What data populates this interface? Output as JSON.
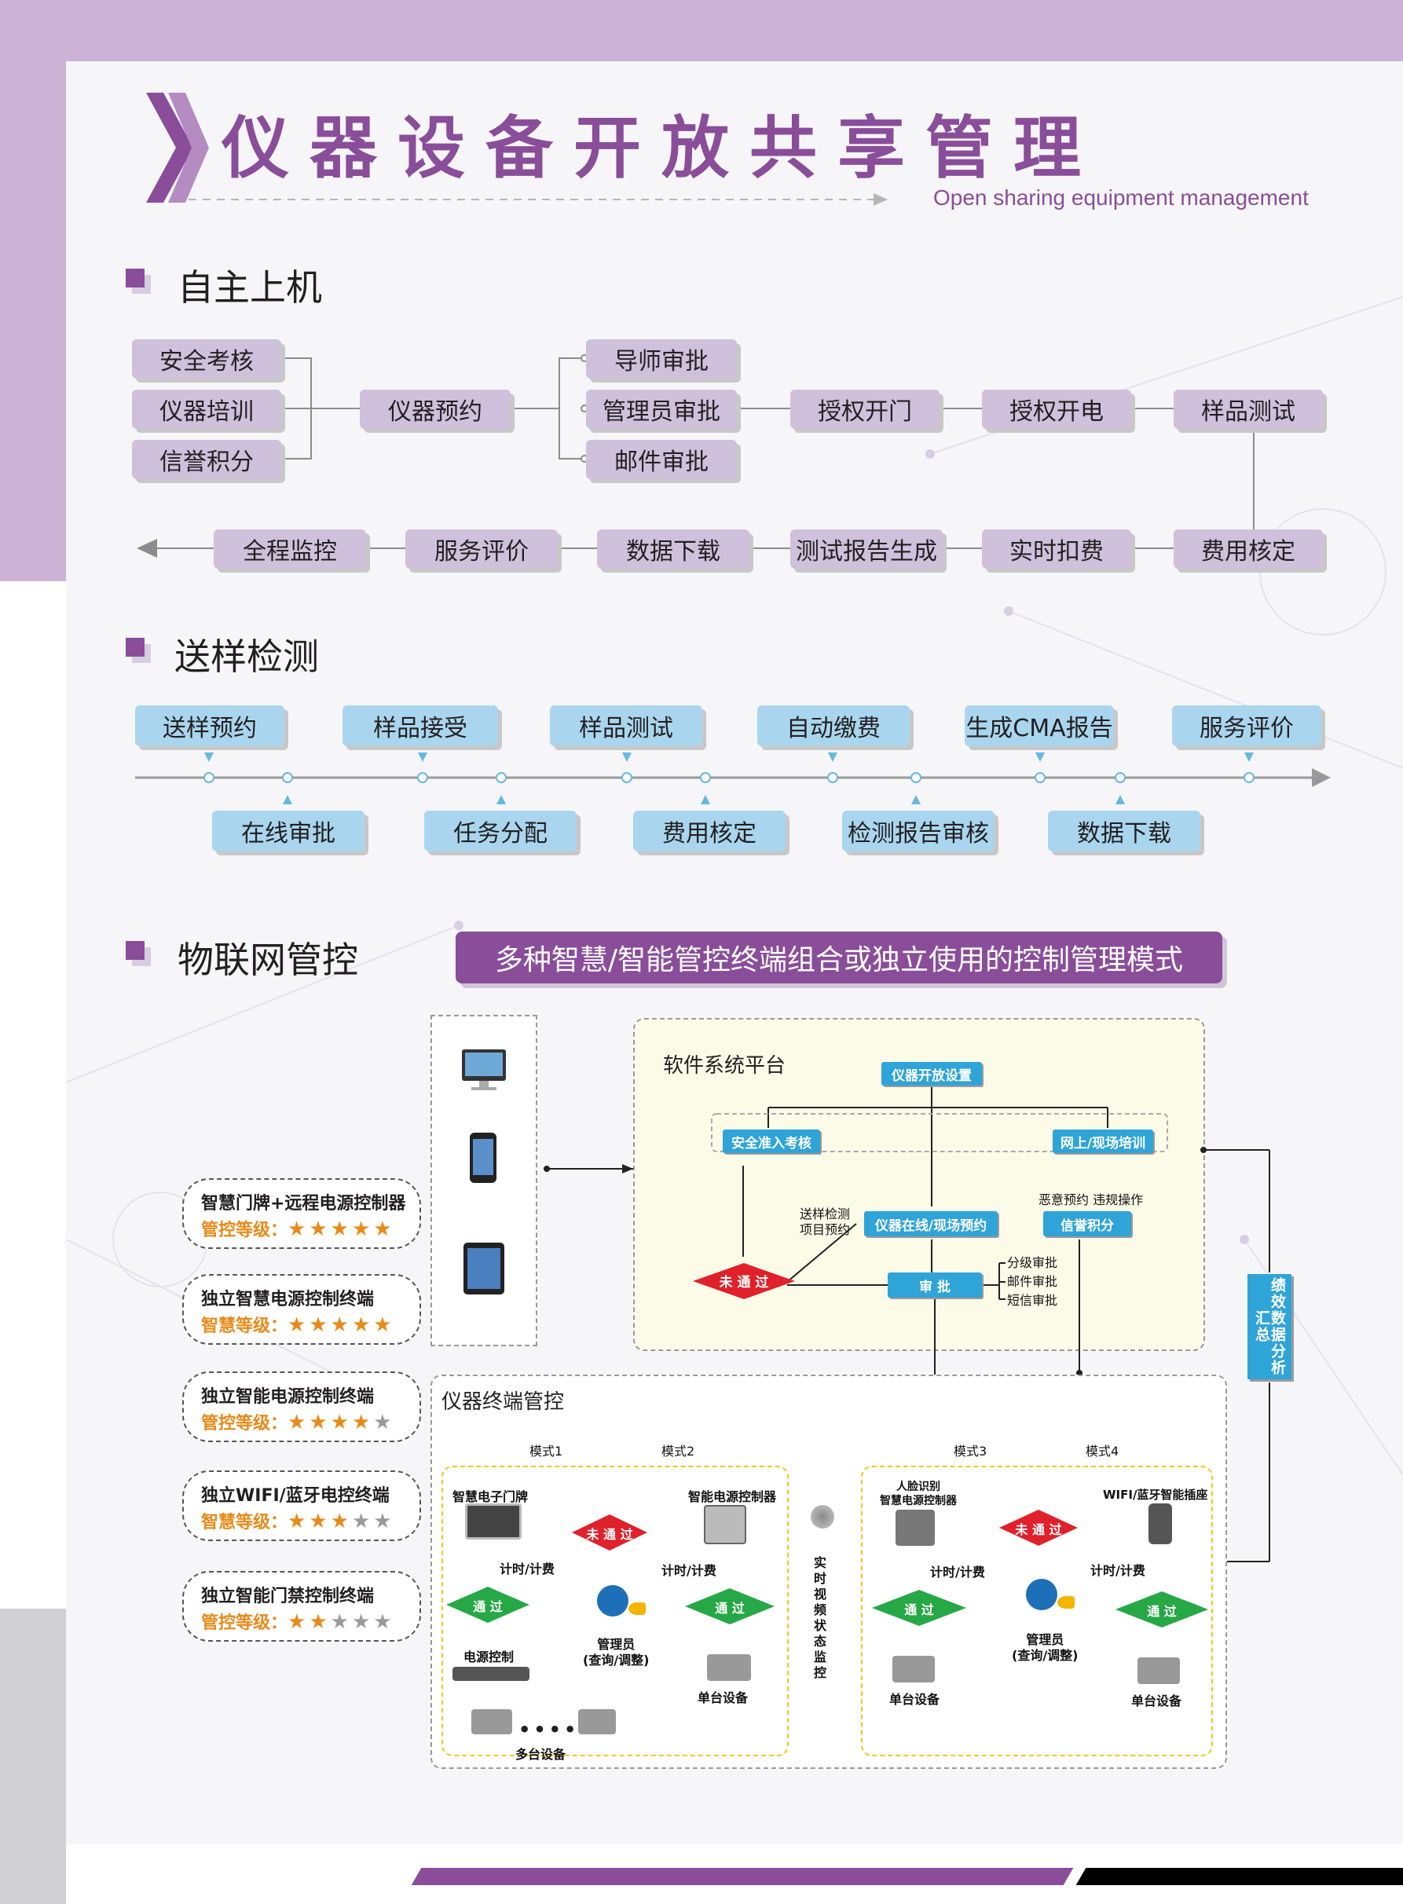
{
  "header": {
    "title": "仪器设备开放共享管理",
    "subtitle": "Open sharing equipment management"
  },
  "sections": {
    "s1": "自主上机",
    "s2": "送样检测",
    "s3": "物联网管控"
  },
  "selfuse": {
    "left": [
      "安全考核",
      "仪器培训",
      "信誉积分"
    ],
    "reserve": "仪器预约",
    "approvals": [
      "导师审批",
      "管理员审批",
      "邮件审批"
    ],
    "row1": [
      "授权开门",
      "授权开电",
      "样品测试"
    ],
    "row2": [
      "费用核定",
      "实时扣费",
      "测试报告生成",
      "数据下载",
      "服务评价",
      "全程监控"
    ]
  },
  "sample": {
    "top": [
      "送样预约",
      "样品接受",
      "样品测试",
      "自动缴费",
      "生成CMA报告",
      "服务评价"
    ],
    "bottom": [
      "在线审批",
      "任务分配",
      "费用核定",
      "检测报告审核",
      "数据下载"
    ]
  },
  "iot": {
    "banner": "多种智慧/智能管控终端组合或独立使用的控制管理模式",
    "terminals": [
      {
        "name": "智慧门牌+远程电源控制器",
        "label": "管控等级：",
        "stars": 5
      },
      {
        "name": "独立智慧电源控制终端",
        "label": "智慧等级：",
        "stars": 5
      },
      {
        "name": "独立智能电源控制终端",
        "label": "管控等级：",
        "stars": 4
      },
      {
        "name": "独立WIFI/蓝牙电控终端",
        "label": "智慧等级：",
        "stars": 3
      },
      {
        "name": "独立智能门禁控制终端",
        "label": "管控等级：",
        "stars": 2
      }
    ],
    "star_total": 5,
    "software": {
      "title": "软件系统平台",
      "open_setting": "仪器开放设置",
      "safety": "安全准入考核",
      "training": "网上/现场培训",
      "sample_label": "送样检测\n项目预约",
      "reserve": "仪器在线/现场预约",
      "bad_label": "恶意预约 违规操作",
      "credit": "信誉积分",
      "reject": "未 通 过",
      "approve": "审    批",
      "approvals": [
        "分级审批",
        "邮件审批",
        "短信审批"
      ]
    },
    "side": "绩效数据分析汇总",
    "terminal_ctrl": {
      "title": "仪器终端管控",
      "modes": [
        "模式1",
        "模式2",
        "模式3",
        "模式4"
      ],
      "smart_door": "智慧电子门牌",
      "smart_power": "智能电源控制器",
      "face": "人脸识别\n智慧电源控制器",
      "wifi": "WIFI/蓝牙智能插座",
      "reject": "未 通 过",
      "pass": "通    过",
      "timing": "计时/计费",
      "admin": "管理员\n(查询/调整)",
      "power_ctrl": "电源控制",
      "multi": "多台设备",
      "single": "单台设备",
      "monitor": "实时视频状态监控"
    }
  },
  "colors": {
    "purple": "#8a4d9a",
    "light_purple": "#cfc0db",
    "light_blue": "#a9d6ee",
    "blue": "#2fa4d8",
    "red": "#e0202a",
    "green": "#27a846",
    "star": "#e88a1a"
  }
}
